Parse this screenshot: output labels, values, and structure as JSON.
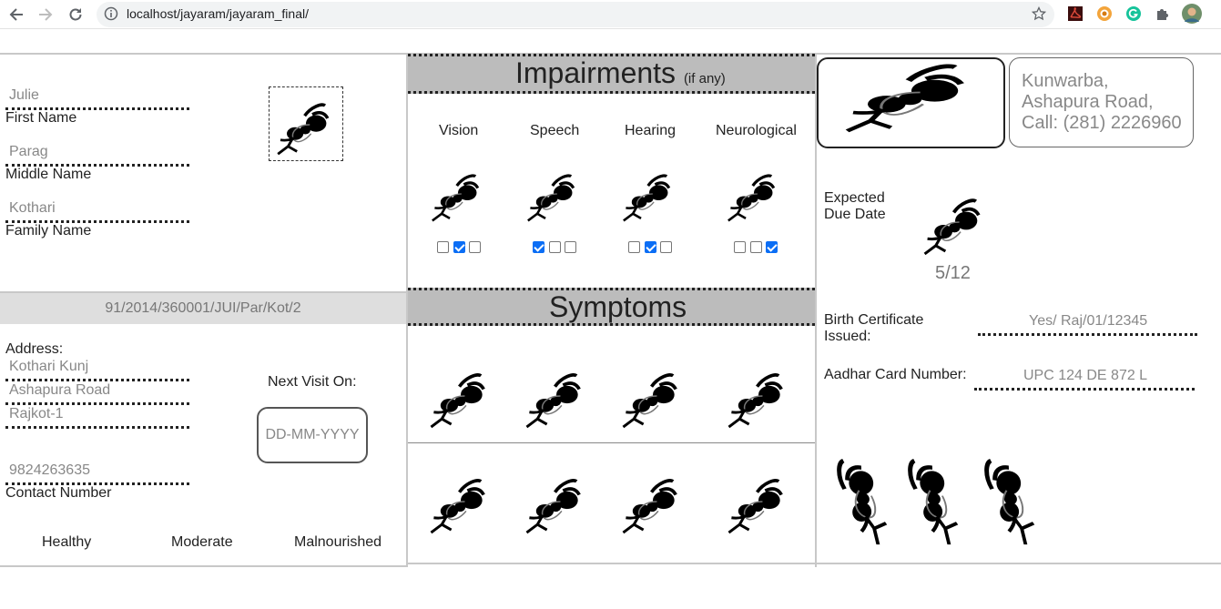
{
  "browser": {
    "url": "localhost/jayaram/jayaram_final/"
  },
  "patient": {
    "first_name_value": "Julie",
    "first_name_label": "First Name",
    "middle_name_value": "Parag",
    "middle_name_label": "Middle Name",
    "family_name_value": "Kothari",
    "family_name_label": "Family Name",
    "id_code": "91/2014/360001/JUI/Par/Kot/2"
  },
  "address": {
    "label": "Address:",
    "line1": "Kothari Kunj",
    "line2": "Ashapura Road",
    "line3": "Rajkot-1",
    "contact_value": "9824263635",
    "contact_label": "Contact Number"
  },
  "next_visit": {
    "label": "Next Visit On:",
    "placeholder": "DD-MM-YYYY"
  },
  "nutrition": [
    "Healthy",
    "Moderate",
    "Malnourished"
  ],
  "impairments": {
    "title": "Impairments",
    "subtitle": "(if any)",
    "items": [
      {
        "label": "Vision",
        "checks": [
          false,
          true,
          false
        ]
      },
      {
        "label": "Speech",
        "checks": [
          true,
          false,
          false
        ]
      },
      {
        "label": "Hearing",
        "checks": [
          false,
          true,
          false
        ]
      },
      {
        "label": "Neurological",
        "checks": [
          false,
          false,
          true
        ]
      }
    ]
  },
  "symptoms": {
    "title": "Symptoms"
  },
  "clinic": {
    "line1": "Kunwarba,",
    "line2": "Ashapura Road,",
    "line3": "Call: (281) 2226960"
  },
  "due": {
    "label_line1": "Expected",
    "label_line2": "Due Date",
    "value": "5/12"
  },
  "birth_cert": {
    "label_line1": "Birth Certificate",
    "label_line2": "Issued:",
    "value": "Yes/ Raj/01/12345"
  },
  "aadhar": {
    "label": "Aadhar Card Number:",
    "value": "UPC 124 DE 872 L"
  },
  "icons": {
    "ant": "ant-icon",
    "back": "back-arrow-icon",
    "forward": "forward-arrow-icon",
    "reload": "reload-icon",
    "info": "info-icon",
    "star": "star-icon"
  }
}
